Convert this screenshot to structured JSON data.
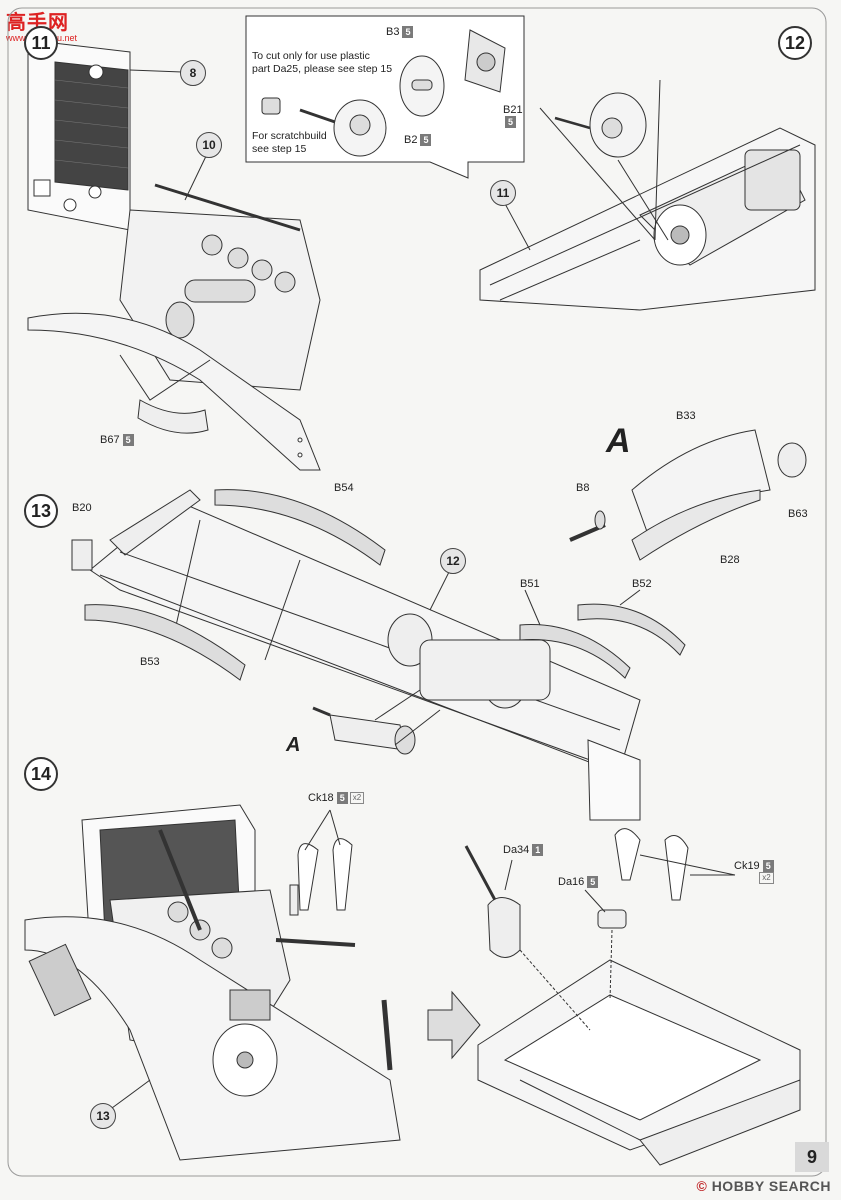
{
  "watermark_top": {
    "logo_text": "高手网",
    "url": "www.gaoshou.net"
  },
  "steps": {
    "s11": "11",
    "s12": "12",
    "s13": "13",
    "s14": "14"
  },
  "callouts": {
    "c8": "8",
    "c10": "10",
    "c11": "11",
    "c12": "12",
    "c13": "13"
  },
  "parts": {
    "b3": {
      "label": "B3",
      "badge": "5"
    },
    "b21": {
      "label": "B21",
      "badge": "5"
    },
    "b2": {
      "label": "B2",
      "badge": "5"
    },
    "b67": {
      "label": "B67",
      "badge": "5"
    },
    "b33": {
      "label": "B33"
    },
    "b8": {
      "label": "B8"
    },
    "b63": {
      "label": "B63"
    },
    "b28": {
      "label": "B28"
    },
    "b20": {
      "label": "B20"
    },
    "b54": {
      "label": "B54"
    },
    "b51": {
      "label": "B51"
    },
    "b52": {
      "label": "B52"
    },
    "b53": {
      "label": "B53"
    },
    "ck18": {
      "label": "Ck18",
      "badge": "5",
      "qty": "x2"
    },
    "da34": {
      "label": "Da34",
      "badge": "1"
    },
    "ck19": {
      "label": "Ck19",
      "badge": "5",
      "qty": "x2"
    },
    "da16": {
      "label": "Da16",
      "badge": "5"
    }
  },
  "subassembly": {
    "big_a": "A",
    "small_a": "A"
  },
  "notes": {
    "cut_line1": "To cut only for use plastic",
    "cut_line2": "part Da25, please see step 15",
    "scratch_line1": "For scratchbuild",
    "scratch_line2": "see step 15"
  },
  "page_number": "9",
  "watermark_bottom": {
    "brand": "HOBBY SEARCH",
    "prefix": "©"
  }
}
